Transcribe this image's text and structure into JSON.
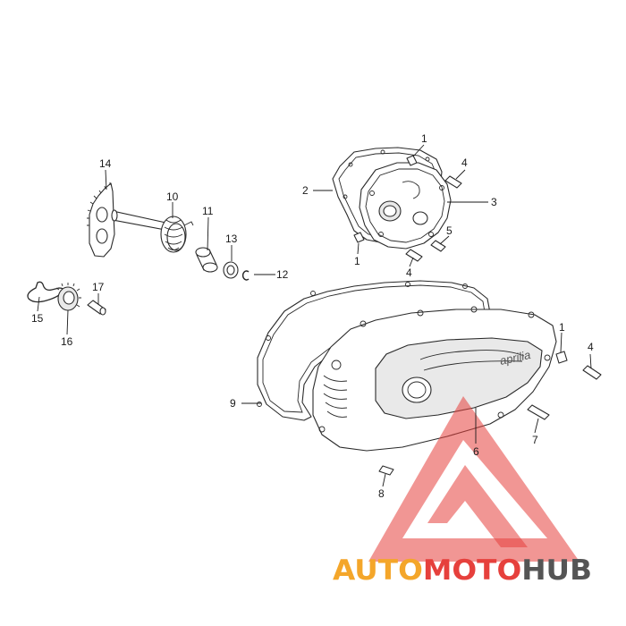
{
  "diagram": {
    "callouts": {
      "c1a": "1",
      "c1b": "1",
      "c1c": "1",
      "c2": "2",
      "c3": "3",
      "c4a": "4",
      "c4b": "4",
      "c4c": "4",
      "c5": "5",
      "c6": "6",
      "c7": "7",
      "c8": "8",
      "c9": "9",
      "c10": "10",
      "c11": "11",
      "c12": "12",
      "c13": "13",
      "c14": "14",
      "c15": "15",
      "c16": "16",
      "c17": "17"
    },
    "cover_brand": "aprilia"
  },
  "watermark": {
    "part1": "AUTO",
    "part2": "MOTO",
    "part3": "HUB",
    "color_part1": "#f4a62a",
    "color_part2": "#e6403c",
    "color_part3": "#555555"
  }
}
